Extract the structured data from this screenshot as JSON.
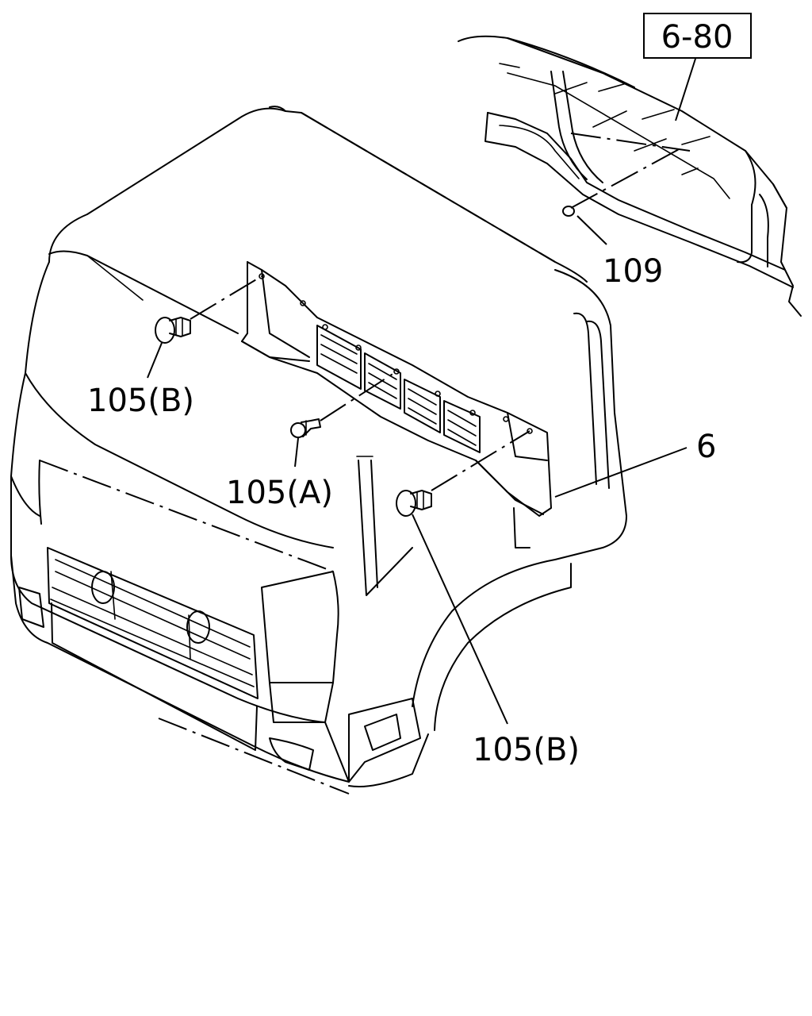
{
  "labels": {
    "ref_box": "6-80",
    "part_109": "109",
    "part_105b_upper": "105(B)",
    "part_105a": "105(A)",
    "part_6": "6",
    "part_105b_lower": "105(B)"
  }
}
